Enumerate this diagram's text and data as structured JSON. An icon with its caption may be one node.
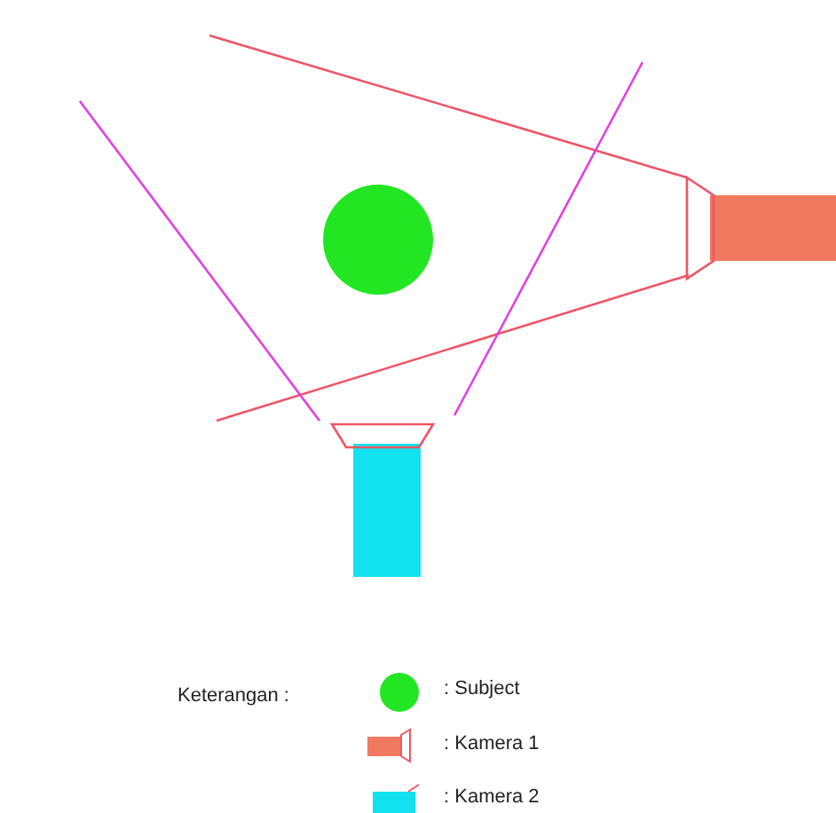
{
  "diagram": {
    "labels": [
      "Keterangan :"
    ],
    "legend": [
      {
        "text": ": Subject",
        "color": "#22e622"
      },
      {
        "text": ": Kamera 1"
      },
      {
        "text": ": Kamera 2"
      }
    ]
  }
}
